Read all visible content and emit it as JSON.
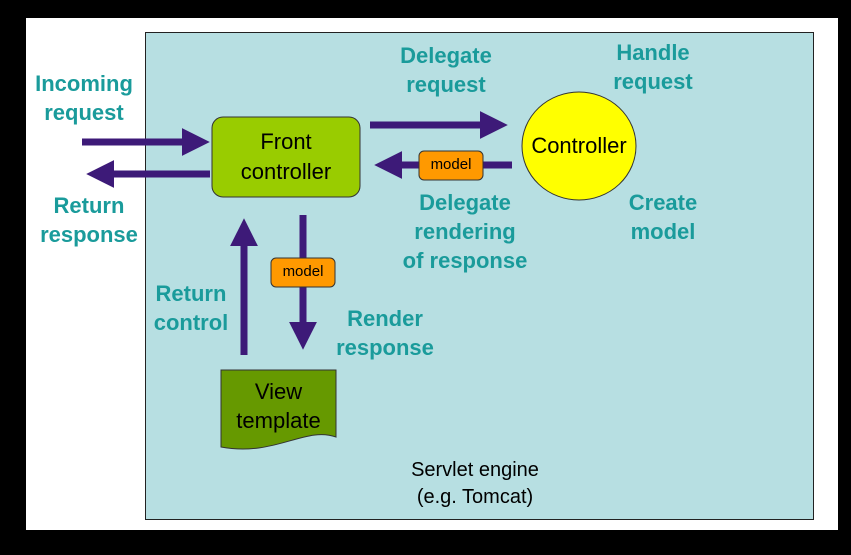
{
  "nodes": {
    "front_controller": {
      "lines": [
        "Front",
        "controller"
      ],
      "fill": "#99cc00"
    },
    "controller": {
      "label": "Controller",
      "fill": "#ffff00"
    },
    "view_template": {
      "lines": [
        "View",
        "template"
      ],
      "fill": "#669900"
    },
    "model_top": {
      "label": "model",
      "fill": "#ff9900"
    },
    "model_bottom": {
      "label": "model",
      "fill": "#ff9900"
    }
  },
  "container": {
    "label_lines": [
      "Servlet engine",
      "(e.g. Tomcat)"
    ],
    "fill": "#b7dfe2"
  },
  "labels": {
    "incoming_request": [
      "Incoming",
      "request"
    ],
    "return_response": [
      "Return",
      "response"
    ],
    "delegate_request": [
      "Delegate",
      "request"
    ],
    "handle_request": [
      "Handle",
      "request"
    ],
    "delegate_rendering": [
      "Delegate",
      "rendering",
      "of response"
    ],
    "create_model": [
      "Create",
      "model"
    ],
    "return_control": [
      "Return",
      "control"
    ],
    "render_response": [
      "Render",
      "response"
    ]
  },
  "colors": {
    "arrow": "#3d1a78",
    "label_text": "#1a9b9b",
    "background": "#ffffff",
    "frame": "#000000"
  }
}
